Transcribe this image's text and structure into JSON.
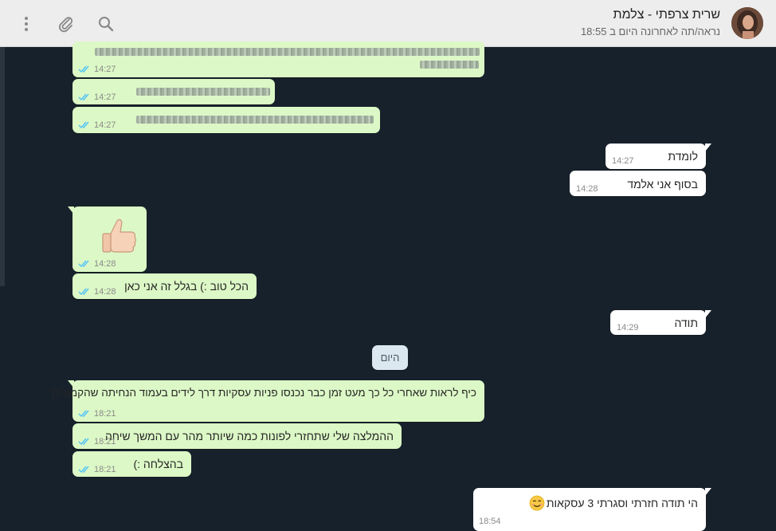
{
  "header": {
    "contact_name": "שרית צרפתי - צלמת",
    "status": "נראה/תה לאחרונה היום ב 18:55",
    "icons": [
      "search-icon",
      "attach-icon",
      "menu-icon"
    ]
  },
  "date_divider": "היום",
  "messages": [
    {
      "id": "m1",
      "dir": "in",
      "time": "14:27",
      "text": ""
    },
    {
      "id": "m2",
      "dir": "in",
      "time": "14:27",
      "text": ""
    },
    {
      "id": "m3",
      "dir": "in",
      "time": "14:27",
      "text": ""
    },
    {
      "id": "m4",
      "dir": "out",
      "time": "14:27",
      "text": "לומדת"
    },
    {
      "id": "m5",
      "dir": "out",
      "time": "14:28",
      "text": "בסוף אני אלמד"
    },
    {
      "id": "m6",
      "dir": "in",
      "time": "14:28",
      "text": "",
      "sticker": "thumbs-up"
    },
    {
      "id": "m7",
      "dir": "in",
      "time": "14:28",
      "text": "הכל טוב :) בגלל זה אני כאן"
    },
    {
      "id": "m8",
      "dir": "out",
      "time": "14:29",
      "text": "תודה"
    },
    {
      "id": "m9",
      "dir": "in",
      "time": "18:21",
      "text": "כיף לראות שאחרי כל כך מעט זמן כבר נכנסו פניות עסקיות דרך לידים בעמוד הנחיתה שהקמנו לך"
    },
    {
      "id": "m10",
      "dir": "in",
      "time": "18:21",
      "text": "ההמלצה שלי שתחזרי לפונות כמה שיותר מהר עם המשך שיחה"
    },
    {
      "id": "m11",
      "dir": "in",
      "time": "18:21",
      "text": "בהצלחה :)"
    },
    {
      "id": "m12",
      "dir": "out",
      "time": "18:54",
      "text": "הי תודה חזרתי וסגרתי 3 עסקאות",
      "emoji": "smiling-face"
    }
  ],
  "colors": {
    "incoming_bubble": "#dcf8c6",
    "outgoing_bubble": "#ffffff",
    "chat_background": "#17212b",
    "header_background": "#ededed",
    "read_ticks": "#4fc3f7"
  }
}
